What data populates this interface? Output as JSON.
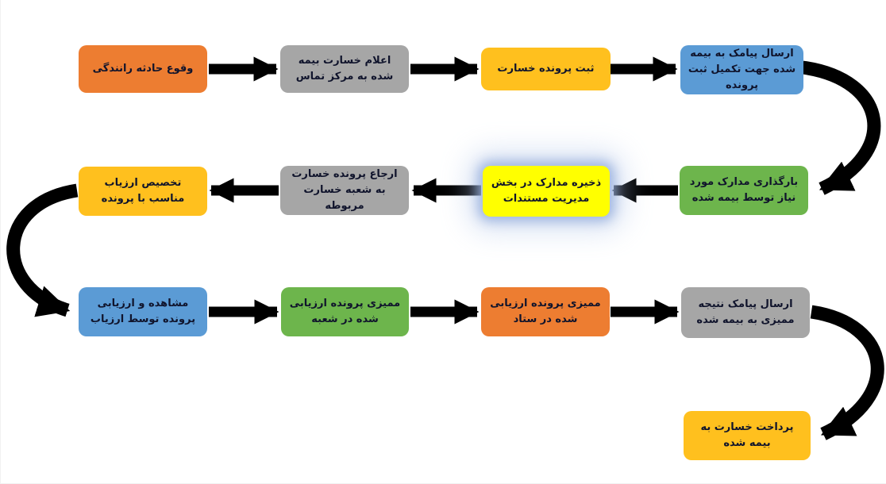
{
  "diagram": {
    "type": "flowchart",
    "language": "fa",
    "direction": "rtl",
    "background_color": "#ffffff",
    "arrow_color": "#000000",
    "text_color": "#10142c",
    "highlight_glow_color": "#97afdd",
    "nodes": [
      {
        "id": "accident-occurrence",
        "label": "وقوع حادثه رانندگی",
        "color": "#ED7D31",
        "row": 1,
        "col": 1,
        "highlighted": false
      },
      {
        "id": "claim-report-call-center",
        "label": "اعلام خسارت بیمه شده به مرکز تماس",
        "color": "#A6A6A6",
        "row": 1,
        "col": 2,
        "highlighted": false
      },
      {
        "id": "claim-file-registration",
        "label": "ثبت پرونده خسارت",
        "color": "#FFC01E",
        "row": 1,
        "col": 3,
        "highlighted": false
      },
      {
        "id": "sms-complete-registration",
        "label": "ارسال پیامک به بیمه شده جهت تکمیل ثبت پرونده",
        "color": "#5B9BD5",
        "row": 1,
        "col": 4,
        "highlighted": false
      },
      {
        "id": "upload-required-documents",
        "label": "بارگذاری مدارک مورد نیاز توسط بیمه شده",
        "color": "#6DB54C",
        "row": 2,
        "col": 4,
        "highlighted": false
      },
      {
        "id": "store-documents-dms",
        "label": "ذخیره مدارک در بخش مدیریت مستندات",
        "color": "#FFFF00",
        "row": 2,
        "col": 3,
        "highlighted": true
      },
      {
        "id": "refer-file-to-branch",
        "label": "ارجاع پرونده خسارت به شعبه خسارت مربوطه",
        "color": "#A6A6A6",
        "row": 2,
        "col": 2,
        "highlighted": false
      },
      {
        "id": "assign-assessor",
        "label": "تخصیص ارزیاب مناسب با پرونده",
        "color": "#FFC01E",
        "row": 2,
        "col": 1,
        "highlighted": false
      },
      {
        "id": "assessor-review",
        "label": "مشاهده و ارزیابی پرونده توسط ارزیاب",
        "color": "#5B9BD5",
        "row": 3,
        "col": 1,
        "highlighted": false
      },
      {
        "id": "audit-in-branch",
        "label": "ممیزی پرونده ارزیابی شده در شعبه",
        "color": "#6DB54C",
        "row": 3,
        "col": 2,
        "highlighted": false
      },
      {
        "id": "audit-in-hq",
        "label": "ممیزی پرونده ارزیابی شده در ستاد",
        "color": "#ED7D31",
        "row": 3,
        "col": 3,
        "highlighted": false
      },
      {
        "id": "sms-audit-result",
        "label": "ارسال پیامک نتیجه ممیزی به بیمه شده",
        "color": "#A6A6A6",
        "row": 3,
        "col": 4,
        "highlighted": false
      },
      {
        "id": "claim-payment",
        "label": "پرداخت خسارت به بیمه شده",
        "color": "#FFC01E",
        "row": 4,
        "col": 4,
        "highlighted": false
      }
    ],
    "edges": [
      {
        "from": "accident-occurrence",
        "to": "claim-report-call-center",
        "style": "straight-right"
      },
      {
        "from": "claim-report-call-center",
        "to": "claim-file-registration",
        "style": "straight-right"
      },
      {
        "from": "claim-file-registration",
        "to": "sms-complete-registration",
        "style": "straight-right"
      },
      {
        "from": "sms-complete-registration",
        "to": "upload-required-documents",
        "style": "curved-right-down"
      },
      {
        "from": "upload-required-documents",
        "to": "store-documents-dms",
        "style": "straight-left"
      },
      {
        "from": "store-documents-dms",
        "to": "refer-file-to-branch",
        "style": "straight-left"
      },
      {
        "from": "refer-file-to-branch",
        "to": "assign-assessor",
        "style": "straight-left"
      },
      {
        "from": "assign-assessor",
        "to": "assessor-review",
        "style": "curved-left-down"
      },
      {
        "from": "assessor-review",
        "to": "audit-in-branch",
        "style": "straight-right"
      },
      {
        "from": "audit-in-branch",
        "to": "audit-in-hq",
        "style": "straight-right"
      },
      {
        "from": "audit-in-hq",
        "to": "sms-audit-result",
        "style": "straight-right"
      },
      {
        "from": "sms-audit-result",
        "to": "claim-payment",
        "style": "curved-right-down"
      }
    ]
  }
}
